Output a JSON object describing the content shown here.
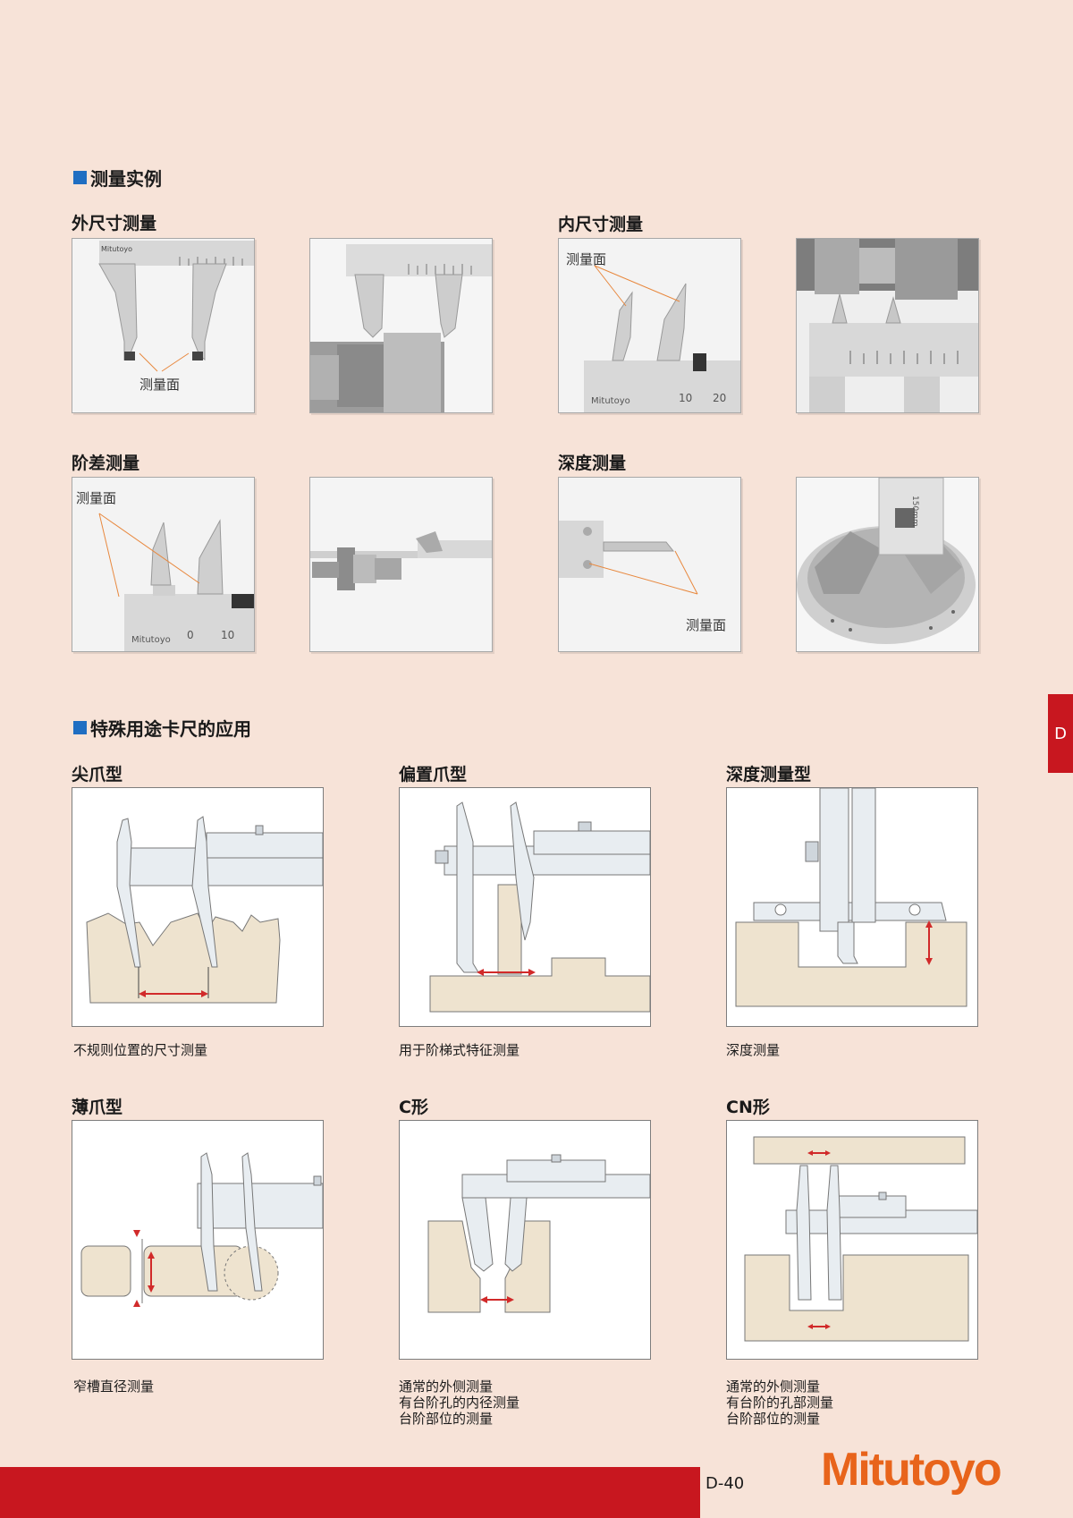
{
  "section1": {
    "title": "测量实例",
    "outside": {
      "title": "外尺寸测量",
      "label": "测量面"
    },
    "inside": {
      "title": "内尺寸测量",
      "label": "测量面"
    },
    "step": {
      "title": "阶差测量",
      "label": "测量面"
    },
    "depth": {
      "title": "深度测量",
      "label": "测量面"
    }
  },
  "section2": {
    "title": "特殊用途卡尺的应用",
    "items": [
      {
        "title": "尖爪型",
        "caption": [
          "不规则位置的尺寸测量"
        ]
      },
      {
        "title": "偏置爪型",
        "caption": [
          "用于阶梯式特征测量"
        ]
      },
      {
        "title": "深度测量型",
        "caption": [
          "深度测量"
        ]
      },
      {
        "title": "薄爪型",
        "caption": [
          "窄槽直径测量"
        ]
      },
      {
        "title": "C形",
        "caption": [
          "通常的外侧测量",
          "有台阶孔的内径测量",
          "台阶部位的测量"
        ]
      },
      {
        "title": "CN形",
        "caption": [
          "通常的外侧测量",
          "有台阶的孔部测量",
          "台阶部位的测量"
        ]
      }
    ]
  },
  "tab": "D",
  "page_number": "D-40",
  "brand": "Mitutoyo",
  "photo_text": {
    "brand_small": "Mitutoyo",
    "scale_150": "150mm"
  },
  "colors": {
    "accent_blue": "#1f6ec2",
    "red": "#c8171f",
    "logo_orange": "#e8641b",
    "workpiece": "#eee3cf"
  }
}
